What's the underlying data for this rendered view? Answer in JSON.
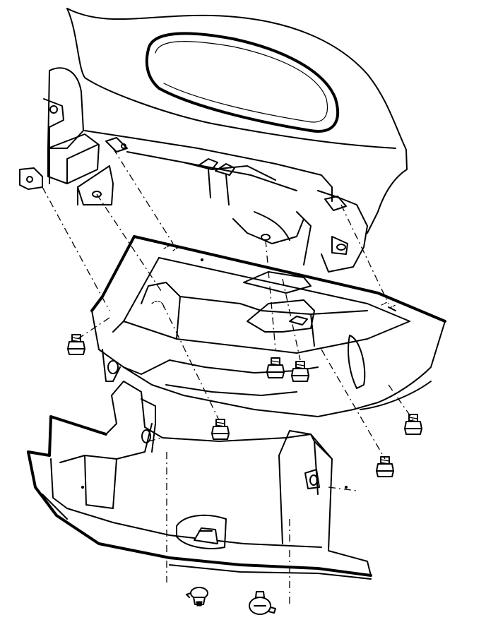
{
  "diagram": {
    "parts": [
      {
        "name": "instrument-panel-upper-trim"
      },
      {
        "name": "glove-box-housing"
      },
      {
        "name": "instrument-panel-lower-trim"
      },
      {
        "name": "mounting-bolt"
      },
      {
        "name": "push-pin-fastener"
      }
    ]
  }
}
